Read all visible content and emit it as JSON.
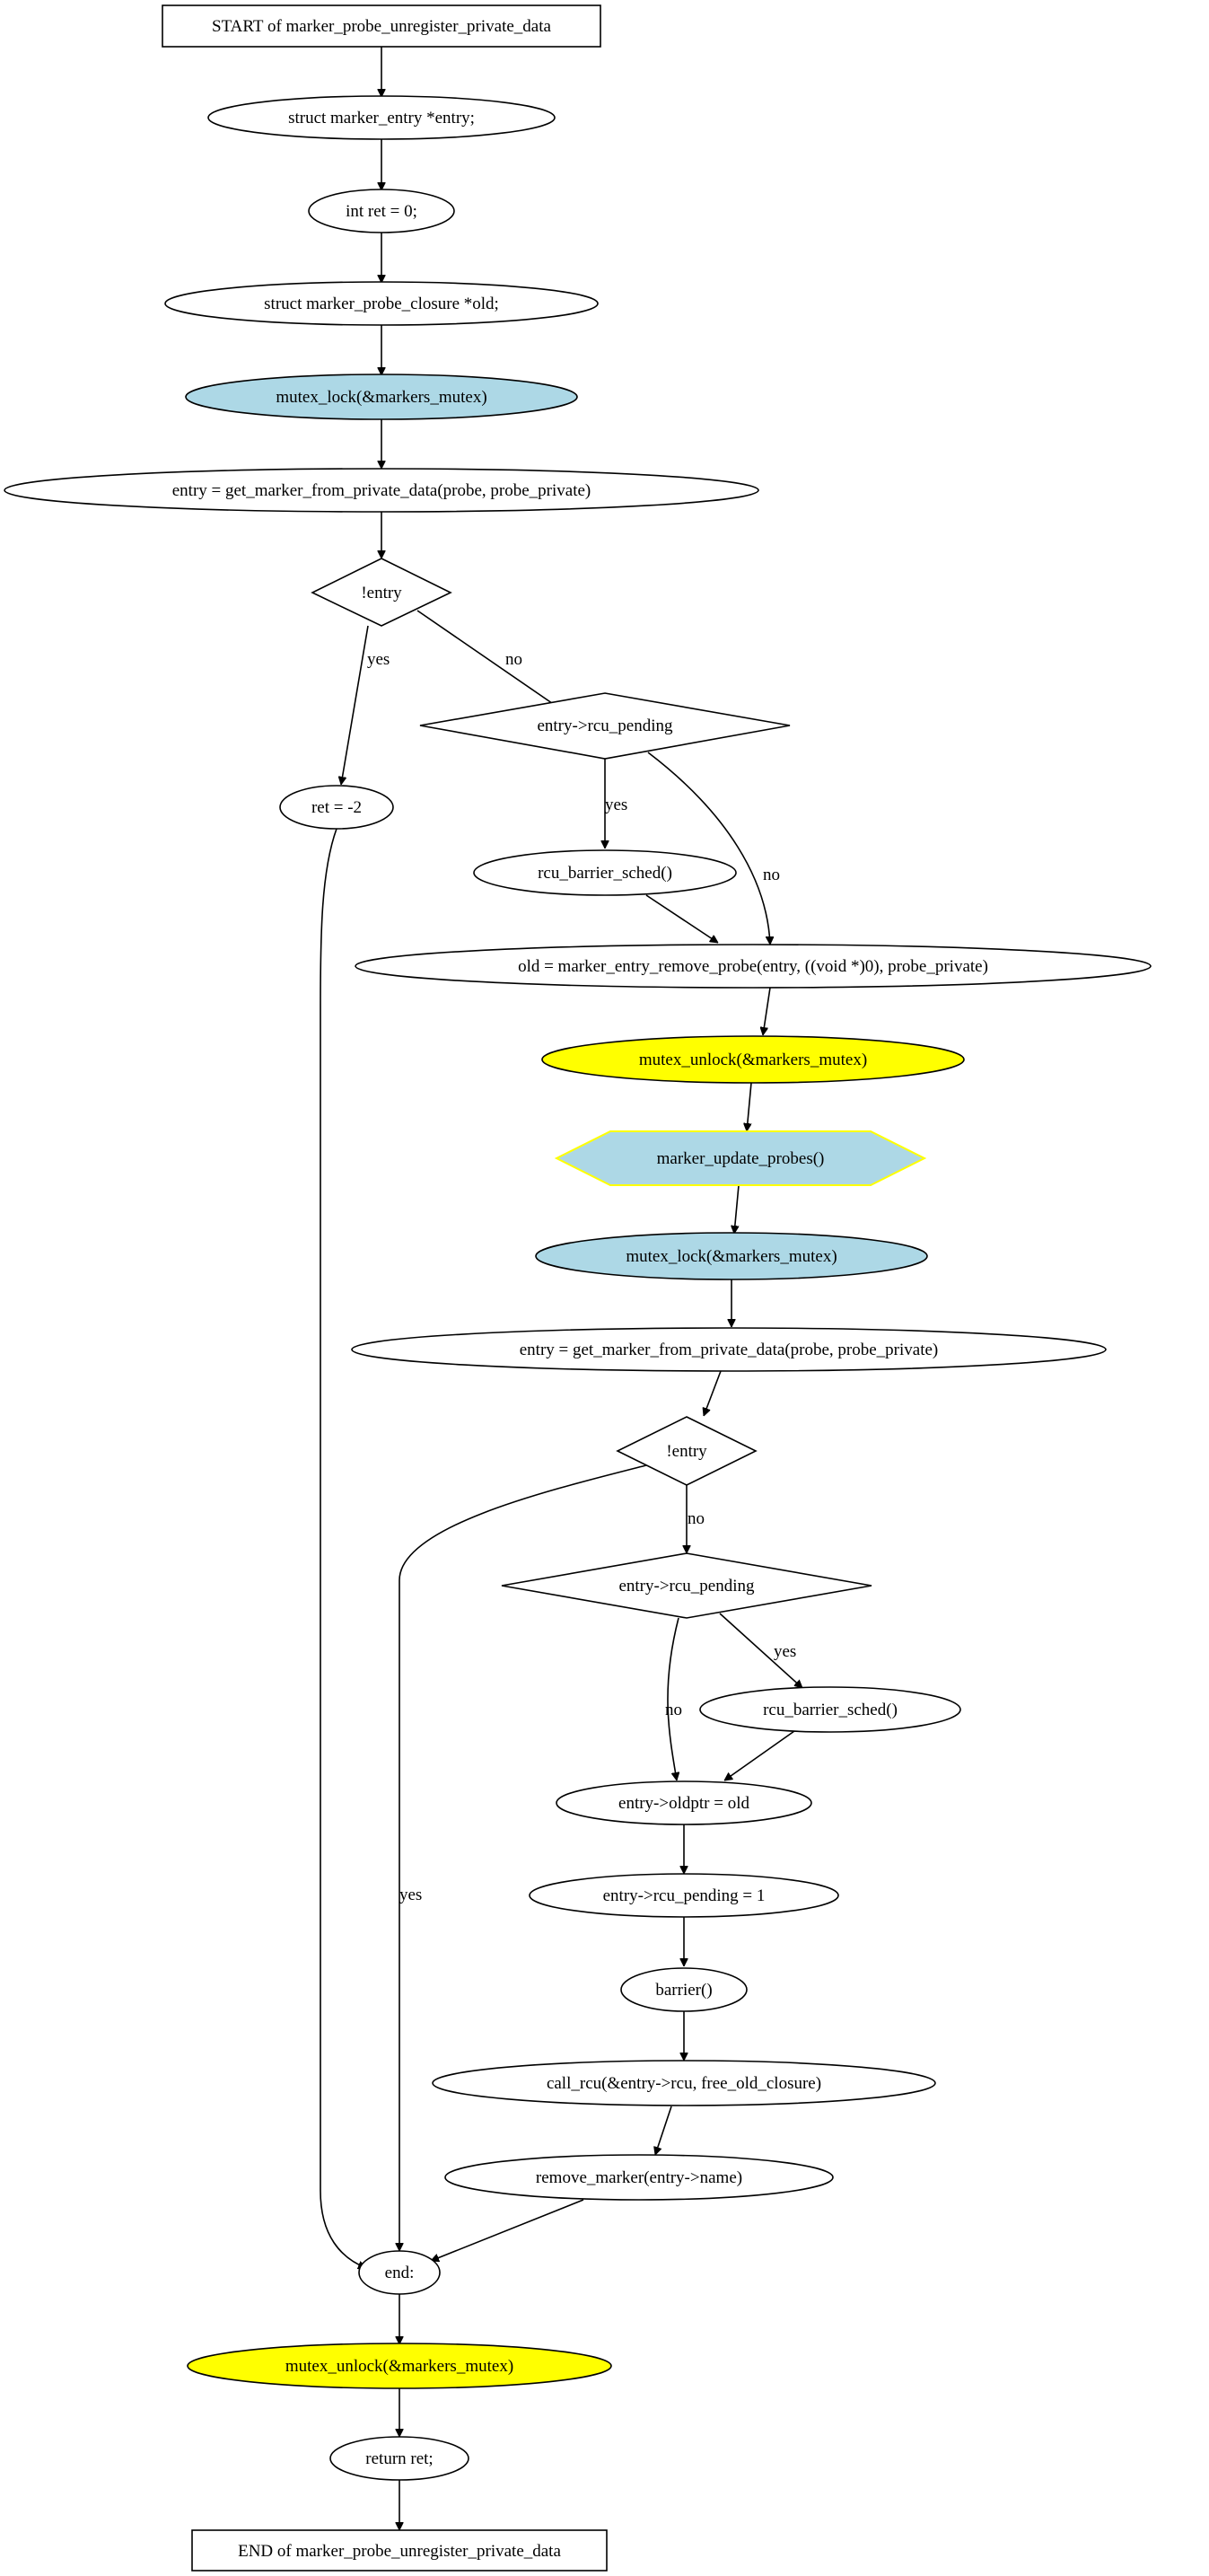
{
  "nodes": {
    "start": "START of marker_probe_unregister_private_data",
    "decl_entry": "struct marker_entry *entry;",
    "decl_ret": "int ret = 0;",
    "decl_old": "struct marker_probe_closure *old;",
    "mutex_lock_1": "mutex_lock(&markers_mutex)",
    "get_entry_1": "entry = get_marker_from_private_data(probe, probe_private)",
    "not_entry_1": "!entry",
    "rcu_pending_1": "entry->rcu_pending",
    "ret_neg2": "ret = -2",
    "rcu_barrier_1": "rcu_barrier_sched()",
    "remove_probe": "old = marker_entry_remove_probe(entry, ((void *)0), probe_private)",
    "mutex_unlock_1": "mutex_unlock(&markers_mutex)",
    "update_probes": "marker_update_probes()",
    "mutex_lock_2": "mutex_lock(&markers_mutex)",
    "get_entry_2": "entry = get_marker_from_private_data(probe, probe_private)",
    "not_entry_2": "!entry",
    "rcu_pending_2": "entry->rcu_pending",
    "rcu_barrier_2": "rcu_barrier_sched()",
    "set_oldptr": "entry->oldptr = old",
    "set_pending": "entry->rcu_pending = 1",
    "barrier": "barrier()",
    "call_rcu": "call_rcu(&entry->rcu, free_old_closure)",
    "remove_marker": "remove_marker(entry->name)",
    "end_label": "end:",
    "mutex_unlock_2": "mutex_unlock(&markers_mutex)",
    "return_ret": "return ret;",
    "end": "END of marker_probe_unregister_private_data"
  },
  "edge_labels": {
    "yes_1": "yes",
    "no_1": "no",
    "yes_2": "yes",
    "no_2": "no",
    "no_3": "no",
    "yes_3": "yes",
    "no_4": "no",
    "yes_4": "yes"
  },
  "colors": {
    "lock_fill": "#add8e6",
    "unlock_fill": "#ffff00",
    "hexagon_stroke": "#ffff00",
    "stroke": "#000000",
    "background": "#ffffff"
  }
}
